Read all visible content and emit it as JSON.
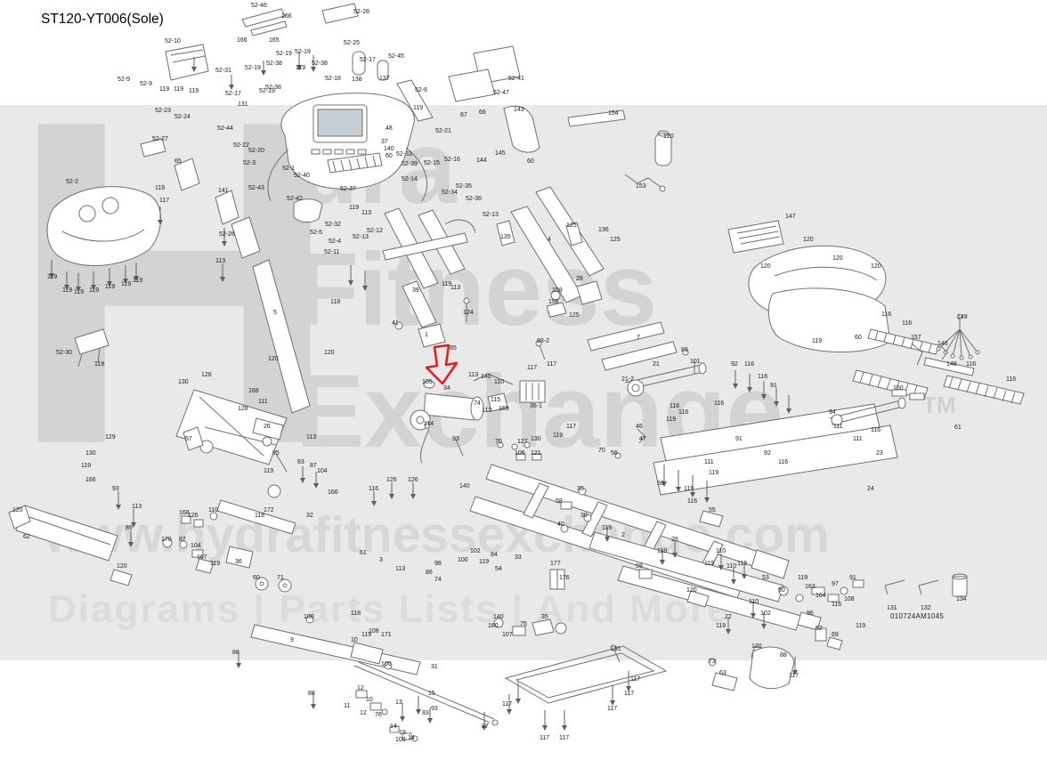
{
  "title": "ST120-YT006(Sole)",
  "doc_code": "010724AM1045",
  "watermark": {
    "brand": "Hydra Fitness Exchange",
    "h": "H",
    "line1": "dra",
    "line2": "Fitness",
    "line3": "Exchange",
    "tm": "TM",
    "url": "www.hydrafitnessexchange.com",
    "tagline": "Diagrams | Parts Lists | And More"
  },
  "highlight": {
    "part": "34",
    "color": "#e02020"
  },
  "labels": [
    [
      "52-46",
      282,
      3
    ],
    [
      "166",
      316,
      15
    ],
    [
      "52-28",
      397,
      10
    ],
    [
      "52-10",
      185,
      43
    ],
    [
      "166",
      266,
      42
    ],
    [
      "165",
      302,
      42
    ],
    [
      "52-25",
      386,
      45
    ],
    [
      "52-19",
      310,
      57
    ],
    [
      "52-19",
      331,
      55
    ],
    [
      "52-38",
      299,
      68
    ],
    [
      "52-38",
      350,
      68
    ],
    [
      "52-31",
      242,
      76
    ],
    [
      "52-19",
      275,
      73
    ],
    [
      "119",
      332,
      73
    ],
    [
      "52-17",
      404,
      64
    ],
    [
      "52-45",
      436,
      60
    ],
    [
      "52-9",
      132,
      86
    ],
    [
      "52-9",
      157,
      91
    ],
    [
      "119",
      179,
      97
    ],
    [
      "119",
      195,
      97
    ],
    [
      "119",
      212,
      99
    ],
    [
      "52-17",
      253,
      102
    ],
    [
      "52-19",
      291,
      99
    ],
    [
      "52-18",
      365,
      85
    ],
    [
      "138",
      395,
      86
    ],
    [
      "137",
      426,
      85
    ],
    [
      "52-6",
      466,
      98
    ],
    [
      "52-41",
      571,
      85
    ],
    [
      "52-47",
      554,
      101
    ],
    [
      "52-38",
      298,
      95
    ],
    [
      "131",
      267,
      114
    ],
    [
      "52-23",
      174,
      121
    ],
    [
      "52-24",
      196,
      128
    ],
    [
      "52-44",
      244,
      141
    ],
    [
      "119",
      464,
      118
    ],
    [
      "67",
      517,
      126
    ],
    [
      "66",
      538,
      123
    ],
    [
      "143",
      577,
      120
    ],
    [
      "154",
      683,
      124
    ],
    [
      "120",
      745,
      150
    ],
    [
      "52-27",
      171,
      153
    ],
    [
      "52-22",
      262,
      160
    ],
    [
      "52-20",
      279,
      166
    ],
    [
      "52-3",
      273,
      180
    ],
    [
      "52-1",
      317,
      186
    ],
    [
      "52-40",
      330,
      194
    ],
    [
      "48",
      433,
      141
    ],
    [
      "52-21",
      489,
      144
    ],
    [
      "37",
      428,
      156
    ],
    [
      "140",
      431,
      164
    ],
    [
      "60",
      433,
      172
    ],
    [
      "52-33",
      445,
      170
    ],
    [
      "52-39",
      451,
      181
    ],
    [
      "52-15",
      476,
      180
    ],
    [
      "52-16",
      499,
      176
    ],
    [
      "144",
      535,
      177
    ],
    [
      "145",
      556,
      169
    ],
    [
      "65",
      196,
      178
    ],
    [
      "60",
      592,
      178
    ],
    [
      "153",
      714,
      206
    ],
    [
      "52-2",
      74,
      201
    ],
    [
      "119",
      174,
      208
    ],
    [
      "117",
      179,
      222
    ],
    [
      "141",
      245,
      211
    ],
    [
      "52-43",
      279,
      208
    ],
    [
      "52-37",
      382,
      209
    ],
    [
      "52-42",
      322,
      220
    ],
    [
      "52-34",
      496,
      213
    ],
    [
      "52-35",
      512,
      206
    ],
    [
      "52-36",
      523,
      220
    ],
    [
      "52-14",
      451,
      198
    ],
    [
      "119",
      392,
      230
    ],
    [
      "113",
      406,
      236
    ],
    [
      "52-13",
      542,
      238
    ],
    [
      "52-32",
      365,
      249
    ],
    [
      "52-5",
      348,
      258
    ],
    [
      "52-12",
      412,
      256
    ],
    [
      "52-13",
      396,
      263
    ],
    [
      "52-4",
      369,
      268
    ],
    [
      "52-11",
      364,
      280
    ],
    [
      "135",
      562,
      263
    ],
    [
      "125",
      636,
      250
    ],
    [
      "136",
      672,
      255
    ],
    [
      "4",
      615,
      266
    ],
    [
      "125",
      685,
      266
    ],
    [
      "52-26",
      246,
      260
    ],
    [
      "113",
      242,
      290
    ],
    [
      "119",
      53,
      308
    ],
    [
      "119",
      70,
      323
    ],
    [
      "119",
      83,
      325
    ],
    [
      "119",
      100,
      323
    ],
    [
      "119",
      118,
      319
    ],
    [
      "119",
      136,
      316
    ],
    [
      "119",
      149,
      312
    ],
    [
      "5",
      307,
      348
    ],
    [
      "118",
      371,
      336
    ],
    [
      "39",
      463,
      323
    ],
    [
      "119",
      496,
      316
    ],
    [
      "113",
      506,
      320
    ],
    [
      "124",
      520,
      348
    ],
    [
      "41",
      440,
      360
    ],
    [
      "1",
      477,
      373
    ],
    [
      "85",
      505,
      388
    ],
    [
      "159",
      620,
      323
    ],
    [
      "158",
      616,
      336
    ],
    [
      "28",
      647,
      310
    ],
    [
      "125",
      639,
      351
    ],
    [
      "88-2",
      603,
      380
    ],
    [
      "7",
      715,
      376
    ],
    [
      "21-2",
      698,
      423
    ],
    [
      "21",
      733,
      406
    ],
    [
      "89",
      765,
      390
    ],
    [
      "101",
      775,
      403
    ],
    [
      "147",
      882,
      240
    ],
    [
      "120",
      902,
      266
    ],
    [
      "120",
      854,
      296
    ],
    [
      "120",
      935,
      287
    ],
    [
      "120",
      978,
      296
    ],
    [
      "119",
      912,
      380
    ],
    [
      "116",
      990,
      350
    ],
    [
      "116",
      1013,
      360
    ],
    [
      "149",
      1075,
      353
    ],
    [
      "60",
      960,
      376
    ],
    [
      "157",
      1023,
      376
    ],
    [
      "146",
      1053,
      383
    ],
    [
      "148",
      1063,
      406
    ],
    [
      "116",
      1085,
      406
    ],
    [
      "116",
      1130,
      423
    ],
    [
      "61",
      1072,
      477
    ],
    [
      "150",
      1003,
      433
    ],
    [
      "92",
      821,
      406
    ],
    [
      "116",
      836,
      406
    ],
    [
      "91",
      865,
      430
    ],
    [
      "116",
      851,
      420
    ],
    [
      "52-30",
      63,
      393
    ],
    [
      "119",
      106,
      406
    ],
    [
      "128",
      226,
      418
    ],
    [
      "130",
      200,
      426
    ],
    [
      "120",
      301,
      400
    ],
    [
      "120",
      364,
      393
    ],
    [
      "105",
      474,
      426
    ],
    [
      "34",
      498,
      433
    ],
    [
      "113",
      526,
      418
    ],
    [
      "140",
      540,
      420
    ],
    [
      "110",
      555,
      426
    ],
    [
      "117",
      592,
      410
    ],
    [
      "117",
      614,
      406
    ],
    [
      "169",
      560,
      456
    ],
    [
      "36-1",
      595,
      453
    ],
    [
      "74",
      532,
      450
    ],
    [
      "112",
      541,
      458
    ],
    [
      "115",
      551,
      446
    ],
    [
      "168",
      279,
      436
    ],
    [
      "111",
      290,
      448
    ],
    [
      "128",
      267,
      456
    ],
    [
      "26",
      296,
      476
    ],
    [
      "113",
      344,
      488
    ],
    [
      "57",
      208,
      490
    ],
    [
      "95",
      306,
      506
    ],
    [
      "129",
      118,
      488
    ],
    [
      "130",
      96,
      506
    ],
    [
      "119",
      91,
      520
    ],
    [
      "166",
      96,
      536
    ],
    [
      "93",
      508,
      490
    ],
    [
      "114",
      476,
      473
    ],
    [
      "70",
      556,
      493
    ],
    [
      "127",
      581,
      493
    ],
    [
      "130",
      596,
      490
    ],
    [
      "119",
      621,
      486
    ],
    [
      "117",
      636,
      476
    ],
    [
      "106",
      578,
      506
    ],
    [
      "121",
      596,
      506
    ],
    [
      "70",
      672,
      503
    ],
    [
      "56",
      686,
      506
    ],
    [
      "46",
      714,
      476
    ],
    [
      "47",
      718,
      490
    ],
    [
      "116",
      752,
      453
    ],
    [
      "116",
      762,
      460
    ],
    [
      "119",
      748,
      468
    ],
    [
      "116",
      802,
      450
    ],
    [
      "91",
      826,
      490
    ],
    [
      "116",
      874,
      516
    ],
    [
      "92",
      858,
      506
    ],
    [
      "111",
      936,
      476
    ],
    [
      "111",
      958,
      490
    ],
    [
      "94",
      931,
      460
    ],
    [
      "116",
      978,
      480
    ],
    [
      "23",
      984,
      506
    ],
    [
      "24",
      974,
      546
    ],
    [
      "119",
      796,
      528
    ],
    [
      "111",
      791,
      516
    ],
    [
      "56",
      738,
      540
    ],
    [
      "119",
      768,
      546
    ],
    [
      "116",
      772,
      560
    ],
    [
      "55",
      796,
      570
    ],
    [
      "35",
      648,
      546
    ],
    [
      "58",
      624,
      560
    ],
    [
      "30",
      652,
      576
    ],
    [
      "126",
      434,
      536
    ],
    [
      "126",
      458,
      536
    ],
    [
      "116",
      414,
      546
    ],
    [
      "140",
      516,
      543
    ],
    [
      "87",
      348,
      520
    ],
    [
      "104",
      356,
      526
    ],
    [
      "83",
      334,
      516
    ],
    [
      "119",
      296,
      526
    ],
    [
      "32",
      344,
      576
    ],
    [
      "166",
      368,
      550
    ],
    [
      "93",
      126,
      546
    ],
    [
      "113",
      148,
      566
    ],
    [
      "89",
      141,
      590
    ],
    [
      "120",
      14,
      570
    ],
    [
      "62",
      26,
      600
    ],
    [
      "168",
      201,
      573
    ],
    [
      "126",
      211,
      576
    ],
    [
      "110",
      234,
      570
    ],
    [
      "118",
      286,
      576
    ],
    [
      "172",
      296,
      570
    ],
    [
      "170",
      181,
      603
    ],
    [
      "87",
      201,
      603
    ],
    [
      "104",
      214,
      610
    ],
    [
      "167",
      221,
      623
    ],
    [
      "119",
      236,
      630
    ],
    [
      "36",
      264,
      628
    ],
    [
      "120",
      131,
      633
    ],
    [
      "60",
      284,
      646
    ],
    [
      "71",
      311,
      646
    ],
    [
      "61",
      404,
      618
    ],
    [
      "3",
      426,
      626
    ],
    [
      "113",
      444,
      636
    ],
    [
      "98",
      488,
      630
    ],
    [
      "86",
      478,
      640
    ],
    [
      "74",
      488,
      648
    ],
    [
      "102",
      528,
      616
    ],
    [
      "100",
      514,
      626
    ],
    [
      "119",
      538,
      628
    ],
    [
      "84",
      551,
      620
    ],
    [
      "54",
      556,
      636
    ],
    [
      "33",
      578,
      623
    ],
    [
      "29",
      754,
      603
    ],
    [
      "119",
      738,
      616
    ],
    [
      "177",
      618,
      630
    ],
    [
      "176",
      628,
      646
    ],
    [
      "59",
      714,
      633
    ],
    [
      "110",
      804,
      616
    ],
    [
      "119",
      791,
      630
    ],
    [
      "120",
      771,
      660
    ],
    [
      "110",
      816,
      633
    ],
    [
      "116",
      828,
      630
    ],
    [
      "53",
      856,
      646
    ],
    [
      "90",
      874,
      660
    ],
    [
      "119",
      896,
      646
    ],
    [
      "163",
      904,
      656
    ],
    [
      "97",
      934,
      653
    ],
    [
      "91",
      954,
      646
    ],
    [
      "164",
      916,
      666
    ],
    [
      "96",
      906,
      686
    ],
    [
      "116",
      934,
      676
    ],
    [
      "108",
      948,
      670
    ],
    [
      "131",
      996,
      680
    ],
    [
      "132",
      1034,
      680
    ],
    [
      "134",
      1074,
      670
    ],
    [
      "52",
      916,
      703
    ],
    [
      "69",
      934,
      710
    ],
    [
      "119",
      961,
      700
    ],
    [
      "22",
      814,
      690
    ],
    [
      "102",
      854,
      686
    ],
    [
      "110",
      841,
      673
    ],
    [
      "119",
      804,
      700
    ],
    [
      "73",
      796,
      740
    ],
    [
      "63",
      808,
      753
    ],
    [
      "117",
      886,
      756
    ],
    [
      "88",
      876,
      733
    ],
    [
      "120",
      844,
      723
    ],
    [
      "2",
      698,
      598
    ],
    [
      "119",
      676,
      590
    ],
    [
      "40",
      626,
      586
    ],
    [
      "31",
      484,
      746
    ],
    [
      "100",
      428,
      743
    ],
    [
      "9",
      326,
      716
    ],
    [
      "100",
      341,
      690
    ],
    [
      "88",
      261,
      730
    ],
    [
      "88",
      346,
      776
    ],
    [
      "10",
      394,
      716
    ],
    [
      "119",
      406,
      710
    ],
    [
      "12",
      401,
      770
    ],
    [
      "10",
      411,
      783
    ],
    [
      "11",
      386,
      790
    ],
    [
      "12",
      404,
      798
    ],
    [
      "76",
      421,
      800
    ],
    [
      "13",
      444,
      786
    ],
    [
      "15",
      481,
      776
    ],
    [
      "83",
      474,
      798
    ],
    [
      "93",
      484,
      793
    ],
    [
      "14",
      438,
      813
    ],
    [
      "19",
      448,
      820
    ],
    [
      "103",
      444,
      828
    ],
    [
      "14",
      458,
      826
    ],
    [
      "27",
      541,
      813
    ],
    [
      "140",
      554,
      690
    ],
    [
      "160",
      548,
      700
    ],
    [
      "107",
      564,
      710
    ],
    [
      "75",
      584,
      698
    ],
    [
      "35",
      608,
      690
    ],
    [
      "117",
      564,
      788
    ],
    [
      "117",
      606,
      826
    ],
    [
      "117",
      628,
      826
    ],
    [
      "117",
      682,
      793
    ],
    [
      "117",
      701,
      776
    ],
    [
      "117",
      708,
      760
    ],
    [
      "151",
      686,
      726
    ],
    [
      "118",
      394,
      686
    ],
    [
      "108",
      414,
      706
    ],
    [
      "171",
      428,
      710
    ]
  ]
}
